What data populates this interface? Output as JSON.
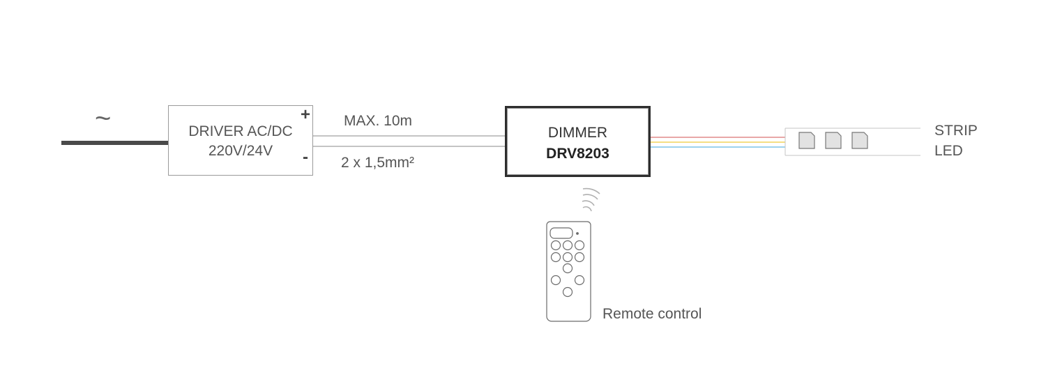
{
  "ac_symbol": "~",
  "driver": {
    "line1": "DRIVER AC/DC",
    "line2": "220V/24V",
    "plus": "+",
    "minus": "-"
  },
  "cable": {
    "length": "MAX. 10m",
    "section": "2 x 1,5mm²"
  },
  "dimmer": {
    "title": "DIMMER",
    "model": "DRV8203"
  },
  "strip": {
    "line1": "STRIP",
    "line2": "LED"
  },
  "remote": {
    "label": "Remote control"
  },
  "colors": {
    "mains_wire": "#4a4a4a",
    "wire_red": "#e08a8a",
    "wire_yellow": "#f2d35a",
    "wire_blue": "#7cc3e8",
    "outline": "#8c8c8c",
    "dimmer_border": "#2e2e2e",
    "led_fill": "#e2e2e2"
  }
}
